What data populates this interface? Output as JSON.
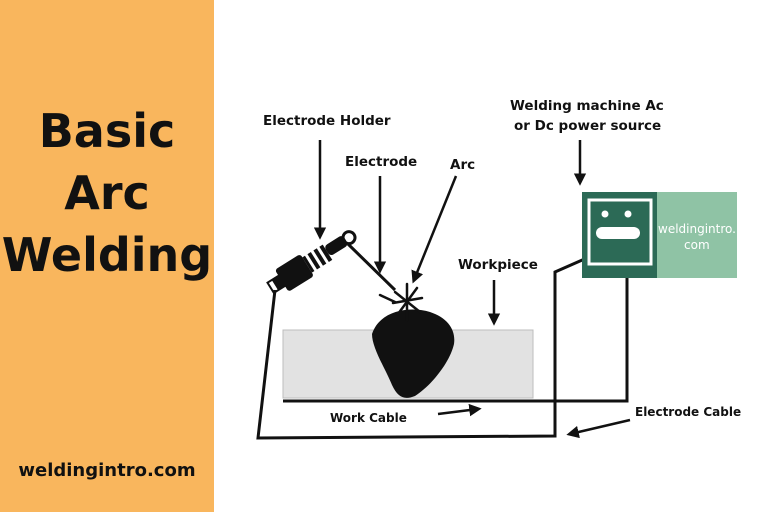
{
  "sidebar": {
    "title_lines": [
      "Basic",
      "Arc",
      "Welding"
    ],
    "site": "weldingintro.com"
  },
  "labels": {
    "electrode_holder": "Electrode Holder",
    "electrode": "Electrode",
    "arc": "Arc",
    "workpiece": "Workpiece",
    "machine_line1": "Welding machine Ac",
    "machine_line2": "or Dc power source",
    "work_cable": "Work Cable",
    "electrode_cable": "Electrode Cable"
  },
  "watermark": {
    "line1": "weldingintro.",
    "line2": "com"
  },
  "colors": {
    "sidebar": "#f9b65d",
    "machine": "#2c6a56",
    "watermark_bg": "#8fc3a5",
    "workpiece": "#e2e2e2"
  }
}
